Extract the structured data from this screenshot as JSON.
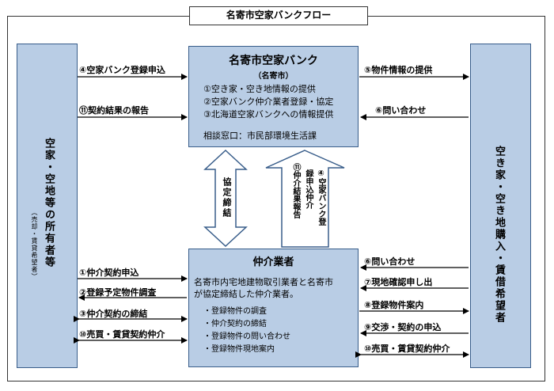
{
  "title": "名寄市空家バンクフロー",
  "owner": {
    "label": "空家・空地等の所有者等",
    "sub": "（売却・賃貸希望者）"
  },
  "buyer": {
    "label": "空き家・空き地購入・賃借希望者"
  },
  "bank": {
    "title": "名寄市空家バンク",
    "subtitle": "（名寄市）",
    "items": [
      "①空き家・空き地情報の提供",
      "②空家バンク仲介業者登録・協定",
      "③北海道空家バンクへの情報提供"
    ],
    "contact": "相談窓口：市民部環境生活課"
  },
  "agent": {
    "title": "仲介業者",
    "desc_line1": "名寄市内宅地建物取引業者と名寄市",
    "desc_line2": "が協定締結した仲介業者。",
    "items": [
      "・登録物件の調査",
      "・仲介契約の締結",
      "・登録物件の問い合わせ",
      "・登録物件現地案内"
    ]
  },
  "center": {
    "agreement": "協定締結",
    "col1": "④空家バンク登",
    "col2": "録申込仲介",
    "col3": "⑪仲介結果報告"
  },
  "flows": {
    "f4_owner_to_bank": "④空家バンク登録申込",
    "f11_owner_to_bank": "⑪契約結果の報告",
    "f5_bank_to_buyer": "⑤物件情報の提供",
    "f6_buyer_to_bank": "⑥問い合わせ",
    "o1": "①仲介契約申込",
    "o2": "②登録予定物件調査",
    "o3": "③仲介契約の締結",
    "o10": "⑩売買・賃貸契約仲介",
    "b6": "⑥問い合わせ",
    "b7": "⑦現地確認申し出",
    "b8": "⑧登録物件案内",
    "b9": "⑨交渉・契約の申込",
    "b10": "⑩売買・賃貸契約仲介"
  }
}
